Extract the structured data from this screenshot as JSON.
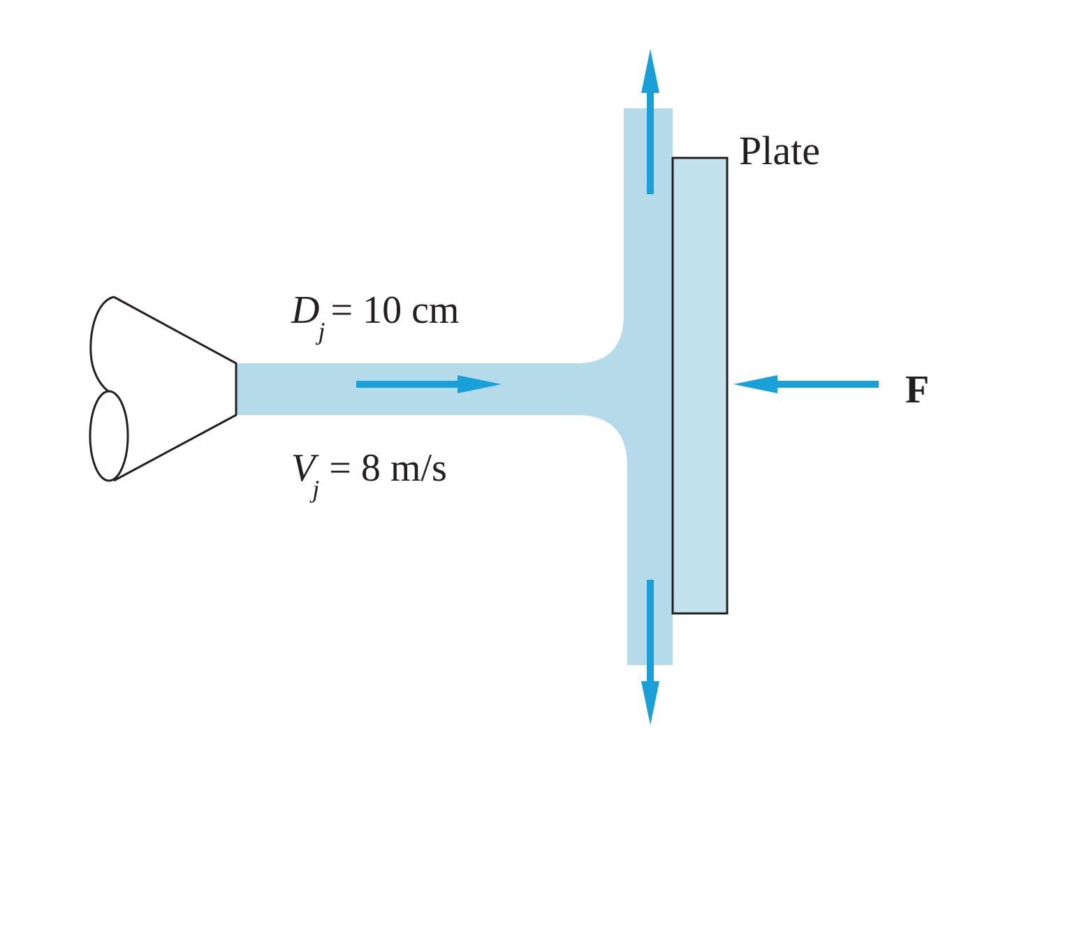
{
  "figure": {
    "description": "Water jet from a nozzle striking a vertical flat plate; flow splits up and down; force F holds plate",
    "colors": {
      "jet_fill": "#b5dbea",
      "plate_fill": "#c2e3ee",
      "arrow": "#1aa0d8",
      "outline": "#231f20",
      "background": "#ffffff"
    },
    "labels": {
      "diameter": {
        "symbol": "D",
        "subscript": "j",
        "equals": "=",
        "value": "10 cm"
      },
      "velocity": {
        "symbol": "V",
        "subscript": "j",
        "equals": "=",
        "value": "8 m/s"
      },
      "plate": "Plate",
      "force": "F"
    },
    "arrows": [
      {
        "name": "jet-flow",
        "direction": "right"
      },
      {
        "name": "upward-deflected-flow",
        "direction": "up"
      },
      {
        "name": "downward-deflected-flow",
        "direction": "down"
      },
      {
        "name": "applied-force",
        "direction": "left"
      }
    ]
  }
}
